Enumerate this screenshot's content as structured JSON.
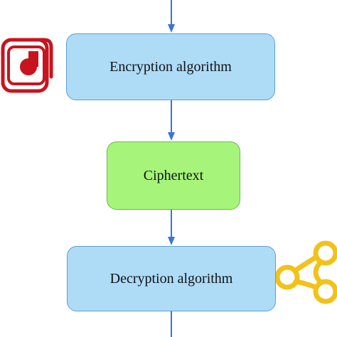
{
  "diagram": {
    "nodes": [
      {
        "id": "encryption",
        "label": "Encryption algorithm"
      },
      {
        "id": "ciphertext",
        "label": "Ciphertext"
      },
      {
        "id": "decryption",
        "label": "Decryption algorithm"
      }
    ],
    "edges": [
      {
        "from": "above",
        "to": "encryption"
      },
      {
        "from": "encryption",
        "to": "ciphertext"
      },
      {
        "from": "ciphertext",
        "to": "decryption"
      },
      {
        "from": "decryption",
        "to": "below"
      }
    ]
  },
  "colors": {
    "process_fill": "#aedcf7",
    "process_border": "#5a9fd4",
    "data_fill": "#a6f57a",
    "data_border": "#6bb84a",
    "arrow": "#3d73d9",
    "red_icon": "#c8141e",
    "gold_icon": "#f2c21a"
  },
  "icons": {
    "top_left": "red-square-badge-icon",
    "bottom_right": "gold-knot-icon"
  }
}
